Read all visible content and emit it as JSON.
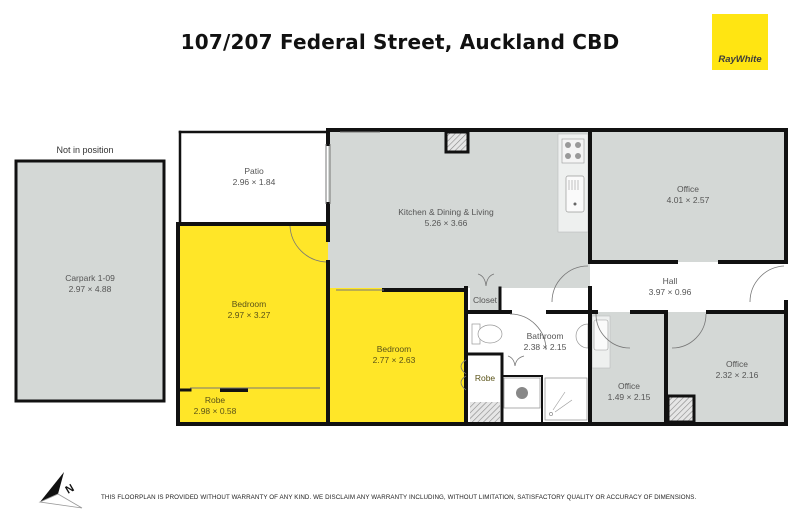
{
  "header": {
    "title": "107/207 Federal Street, Auckland CBD",
    "logo_text": "RayWhite",
    "logo_color": "#ffe512"
  },
  "notes": {
    "carpark_note": "Not in position"
  },
  "rooms": [
    {
      "id": "carpark",
      "name": "Carpark 1-09",
      "dims": "2.97 × 4.88",
      "fill": "#d4d8d6"
    },
    {
      "id": "patio",
      "name": "Patio",
      "dims": "2.96 × 1.84",
      "fill": "#ffffff"
    },
    {
      "id": "kitchen",
      "name": "Kitchen & Dining & Living",
      "dims": "5.26 × 3.66",
      "fill": "#d4d8d6"
    },
    {
      "id": "office-main",
      "name": "Office",
      "dims": "4.01 × 2.57",
      "fill": "#d4d8d6"
    },
    {
      "id": "hall",
      "name": "Hall",
      "dims": "3.97 × 0.96",
      "fill": "#ffffff"
    },
    {
      "id": "bedroom-1",
      "name": "Bedroom",
      "dims": "2.97 × 3.27",
      "fill": "#ffe628"
    },
    {
      "id": "robe-1",
      "name": "Robe",
      "dims": "2.98 × 0.58",
      "fill": "#ffe628"
    },
    {
      "id": "bedroom-2",
      "name": "Bedroom",
      "dims": "2.77 × 2.63",
      "fill": "#ffe628"
    },
    {
      "id": "robe-2",
      "name": "Robe",
      "dims": "",
      "fill": "#ffe628"
    },
    {
      "id": "closet",
      "name": "Closet",
      "dims": "",
      "fill": "#d4d8d6"
    },
    {
      "id": "bathroom",
      "name": "Bathroom",
      "dims": "2.38 × 2.15",
      "fill": "#ffffff"
    },
    {
      "id": "office-small",
      "name": "Office",
      "dims": "1.49 × 2.15",
      "fill": "#d4d8d6"
    },
    {
      "id": "office-corner",
      "name": "Office",
      "dims": "2.32 × 2.16",
      "fill": "#d4d8d6"
    }
  ],
  "footer": {
    "disclaimer": "THIS FLOORPLAN IS PROVIDED WITHOUT WARRANTY OF ANY KIND. WE DISCLAIM ANY WARRANTY INCLUDING, WITHOUT LIMITATION, SATISFACTORY QUALITY OR ACCURACY OF DIMENSIONS.",
    "compass_label": "N"
  },
  "colors": {
    "wall": "#111111",
    "grey_room": "#d4d8d6",
    "yellow_room": "#ffe628"
  }
}
